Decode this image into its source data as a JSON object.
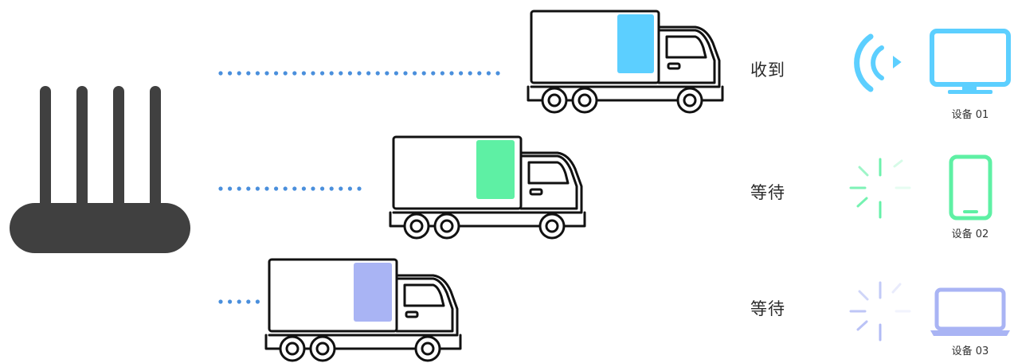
{
  "colors": {
    "router": "#404040",
    "dots": "#4a8fdc",
    "truck_outline": "#111111",
    "device_01": "#5ccfff",
    "device_02": "#5ef0a4",
    "device_03": "#a9b4f4"
  },
  "rows": [
    {
      "status": "收到",
      "device_label": "设备 01",
      "device_icon": "monitor-icon",
      "signal_state": "wifi-signal",
      "cargo_color": "#5ccfff",
      "accent": "#5ccfff"
    },
    {
      "status": "等待",
      "device_label": "设备 02",
      "device_icon": "phone-icon",
      "signal_state": "loading-spinner",
      "cargo_color": "#5ef0a4",
      "accent": "#5ef0a4"
    },
    {
      "status": "等待",
      "device_label": "设备 03",
      "device_icon": "laptop-icon",
      "signal_state": "loading-spinner",
      "cargo_color": "#a9b4f4",
      "accent": "#a9b4f4"
    }
  ]
}
